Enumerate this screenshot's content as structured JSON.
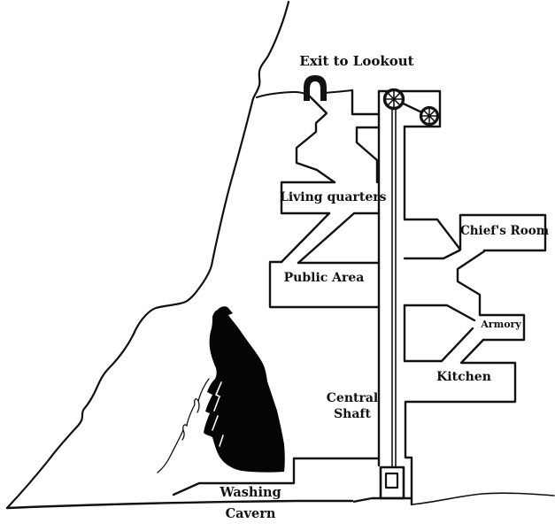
{
  "map": {
    "labels": {
      "exit_to_lookout": "Exit to Lookout",
      "living_quarters": "Living quarters",
      "public_area": "Public Area",
      "chiefs_room": "Chief's Room",
      "armory": "Armory",
      "kitchen": "Kitchen",
      "central_shaft_line1": "Central",
      "central_shaft_line2": "Shaft",
      "washing_cavern_line1": "Washing",
      "washing_cavern_line2": "Cavern"
    },
    "icons": [
      "doorway-arch-icon",
      "pulley-wheel-icon",
      "elevator-car",
      "falcon-silhouette"
    ],
    "colors": {
      "ink": "#111111",
      "background": "#ffffff"
    }
  }
}
